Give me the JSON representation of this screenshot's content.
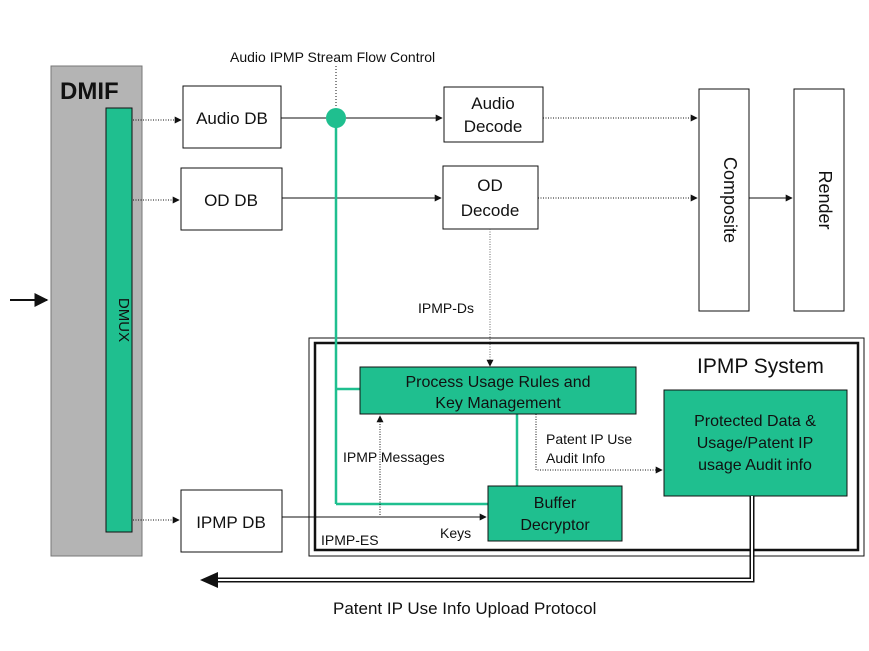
{
  "labels": {
    "flow_control": "Audio IPMP Stream Flow Control",
    "dmif": "DMIF",
    "dmux": "DMUX",
    "audio_db": "Audio DB",
    "od_db": "OD DB",
    "ipmp_db": "IPMP DB",
    "audio_decode_1": "Audio",
    "audio_decode_2": "Decode",
    "od_decode_1": "OD",
    "od_decode_2": "Decode",
    "composite": "Composite",
    "render": "Render",
    "ipmp_ds": "IPMP-Ds",
    "ipmp_system": "IPMP System",
    "process_rules_1": "Process Usage Rules and",
    "process_rules_2": "Key Management",
    "patent_audit_1": "Patent IP Use",
    "patent_audit_2": "Audit Info",
    "protected_1": "Protected Data &",
    "protected_2": "Usage/Patent IP",
    "protected_3": "usage Audit info",
    "ipmp_messages": "IPMP Messages",
    "buffer_1": "Buffer",
    "buffer_2": "Decryptor",
    "keys": "Keys",
    "ipmp_es": "IPMP-ES",
    "upload_protocol": "Patent IP Use Info Upload Protocol"
  },
  "colors": {
    "accent_green": "#1fbf8f",
    "dmif_gray": "#b4b4b4"
  }
}
